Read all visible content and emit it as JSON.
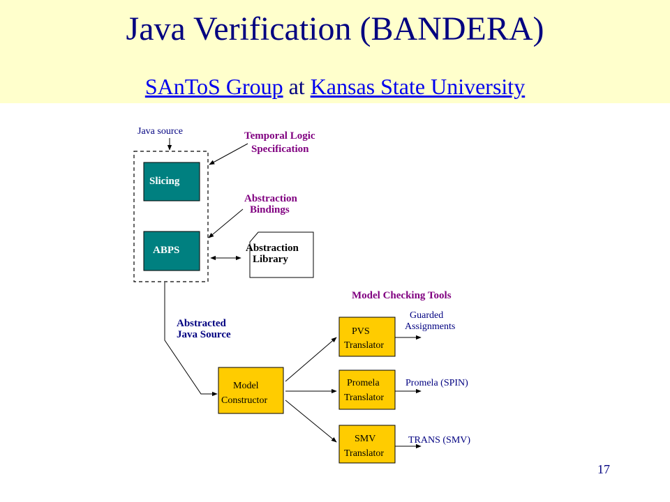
{
  "header": {
    "title": "Java Verification (BANDERA)",
    "link_group": "SAnToS Group",
    "connector": "at",
    "link_university": "Kansas State University"
  },
  "diagram": {
    "java_source": "Java source",
    "temporal_logic_line1": "Temporal Logic",
    "temporal_logic_line2": "Specification",
    "slicing": "Slicing",
    "abstraction_bindings_line1": "Abstraction",
    "abstraction_bindings_line2": "Bindings",
    "abps": "ABPS",
    "abstraction_library_line1": "Abstraction",
    "abstraction_library_line2": "Library",
    "model_checking_tools": "Model Checking Tools",
    "abstracted_line1": "Abstracted",
    "abstracted_line2": "Java Source",
    "model_constructor_line1": "Model",
    "model_constructor_line2": "Constructor",
    "pvs_line1": "PVS",
    "pvs_line2": "Translator",
    "promela_line1": "Promela",
    "promela_line2": "Translator",
    "smv_line1": "SMV",
    "smv_line2": "Translator",
    "guarded_line1": "Guarded",
    "guarded_line2": "Assignments",
    "promela_spin": "Promela (SPIN)",
    "trans_smv": "TRANS (SMV)"
  },
  "colors": {
    "header_bg": "#ffffcc",
    "title": "#000080",
    "link": "#0000ee",
    "teal_box": "#008080",
    "yellow_box": "#ffcc00",
    "label_purple": "#800080",
    "label_navy": "#000080"
  },
  "page_number": "17"
}
